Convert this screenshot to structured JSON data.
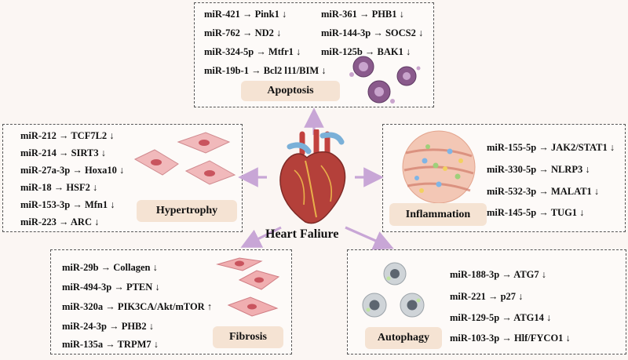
{
  "center": {
    "title": "Heart Faliure"
  },
  "apoptosis": {
    "label": "Apoptosis",
    "left": [
      "miR-421 → Pink1 ↓",
      "miR-762 → ND2 ↓",
      "miR-324-5p → Mtfr1 ↓",
      "miR-19b-1 → Bcl2 l11/BIM ↓"
    ],
    "right": [
      "miR-361 → PHB1 ↓",
      "miR-144-3p → SOCS2 ↓",
      "miR-125b → BAK1 ↓"
    ]
  },
  "hypertrophy": {
    "label": "Hypertrophy",
    "items": [
      "miR-212 → TCF7L2 ↓",
      "miR-214 → SIRT3 ↓",
      "miR-27a-3p → Hoxa10 ↓",
      "miR-18 → HSF2 ↓",
      "miR-153-3p → Mfn1 ↓",
      "miR-223 → ARC ↓"
    ]
  },
  "inflammation": {
    "label": "Inflammation",
    "items": [
      "miR-155-5p → JAK2/STAT1 ↓",
      "miR-330-5p → NLRP3 ↓",
      "miR-532-3p → MALAT1 ↓",
      "miR-145-5p → TUG1 ↓"
    ]
  },
  "fibrosis": {
    "label": "Fibrosis",
    "items": [
      "miR-29b → Collagen ↓",
      "miR-494-3p → PTEN ↓",
      "miR-320a → PIK3CA/Akt/mTOR ↑",
      "miR-24-3p → PHB2 ↓",
      "miR-135a → TRPM7 ↓"
    ]
  },
  "autophagy": {
    "label": "Autophagy",
    "items": [
      "miR-188-3p → ATG7 ↓",
      "miR-221 → p27 ↓",
      "miR-129-5p → ATG14 ↓",
      "miR-103-3p → Hlf/FYCO1 ↓"
    ]
  },
  "colors": {
    "arrow": "#c8a6d6",
    "label_bg": "#f5e3d3",
    "border": "#555555"
  }
}
